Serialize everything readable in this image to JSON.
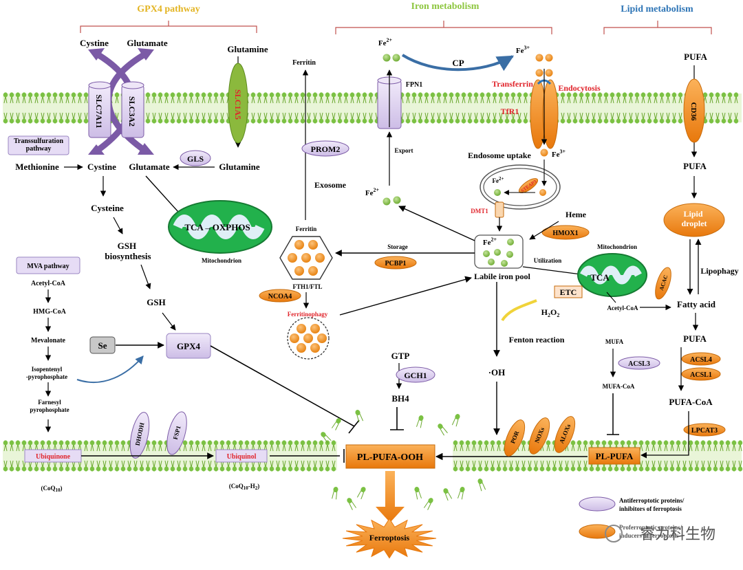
{
  "sections": {
    "gpx4": "GPX4 pathway",
    "iron": "Iron metabolism",
    "lipid": "Lipid metabolism"
  },
  "gpx4": {
    "cystine_top": "Cystine",
    "glutamate_top": "Glutamate",
    "glutamine_top": "Glutamine",
    "slc7a11": "SLC7A11",
    "slc3a2": "SLC3A2",
    "slc1a5": "SLC1A5",
    "transsulfuration": "Transsulfuration pathway",
    "methionine": "Methionine",
    "cystine": "Cystine",
    "glutamate": "Glutamate",
    "gls": "GLS",
    "glutamine": "Glutamine",
    "cysteine": "Cysteine",
    "tca_oxphos": "TCA→OXPHOS",
    "mitochondrion": "Mitochondrion",
    "gsh_bio": "GSH biosynthesis",
    "gsh": "GSH",
    "gpx4": "GPX4",
    "se": "Se"
  },
  "mva": {
    "title": "MVA pathway",
    "steps": [
      "Acetyl-CoA",
      "HMG-CoA",
      "Mevalonate",
      "Isopentenyl -pyrophosphate",
      "Farnesyl pyrophosphate"
    ],
    "ubiquinone": "Ubiquinone",
    "ubiquinol": "Ubiquinol",
    "dhodh": "DHODH",
    "fsp1": "FSP1",
    "coq10": "(CoQ10)",
    "coq10h2": "(CoQ10-H2)"
  },
  "iron": {
    "ferritin_top": "Ferritin",
    "fe2_top": "Fe2+",
    "fe3_top": "Fe3+",
    "cp": "CP",
    "fpn1": "FPN1",
    "transferrin": "Transferrin",
    "endocytosis": "Endocytosis",
    "tfr1": "TfR1",
    "export": "Export",
    "prom2": "PROM2",
    "exosome": "Exosome",
    "fe2_mid": "Fe2+",
    "endosome_uptake": "Endosome uptake",
    "fe3_mid": "Fe3+",
    "fe2_endo": "Fe2+",
    "steap3": "STEAP3",
    "dmt1": "DMT1",
    "heme": "Heme",
    "hmox1": "HMOX1",
    "ferritin": "Ferritin",
    "fth1": "FTH1/FTL",
    "storage": "Storage",
    "pcbp1": "PCBP1",
    "ncoa4": "NCOA4",
    "ferritinophagy": "Ferritinophagy",
    "lip_fe": "Fe2+",
    "lip": "Labile iron pool",
    "utilization": "Utilization",
    "mito2": "Mitochondrion",
    "tca": "TCA",
    "etc": "ETC",
    "h2o2": "H2O2",
    "fenton": "Fenton reaction",
    "oh": "·OH",
    "gtp": "GTP",
    "gch1": "GCH1",
    "bh4": "BH4",
    "acetylcoa": "Acetyl-CoA"
  },
  "lipid": {
    "pufa_top": "PUFA",
    "cd36": "CD36",
    "pufa2": "PUFA",
    "lipid_droplet": "Lipid droplet",
    "lipophagy": "Lipophagy",
    "acac": "ACAC",
    "fatty_acid": "Fatty acid",
    "pufa3": "PUFA",
    "acsl4": "ACSL4",
    "acsl1": "ACSL1",
    "pufa_coa": "PUFA-CoA",
    "lpcat3": "LPCAT3",
    "mufa": "MUFA",
    "acsl3": "ACSL3",
    "mufa_coa": "MUFA-CoA",
    "pl_pufa": "PL-PUFA",
    "por": "POR",
    "noxs": "NOXs",
    "aloxs": "ALOXs",
    "pl_pufa_ooh": "PL-PUFA-OOH",
    "ferroptosis": "Ferroptosis"
  },
  "legend": {
    "anti": "Antiferroptotic proteins/ inhibitors of ferroptosis",
    "pro": "Proferroptotic proteins/ inducers of ferroptosis"
  },
  "watermark": "睿为科生物",
  "colors": {
    "orange": "#f39a1e",
    "lavender": "#dcd0f0",
    "green_membrane": "#7bc143",
    "mito_green": "#22b14c",
    "section_gpx4": "#e3b422",
    "section_iron": "#8dc63f",
    "section_lipid": "#2e75b6",
    "red_label": "#e0242b"
  }
}
